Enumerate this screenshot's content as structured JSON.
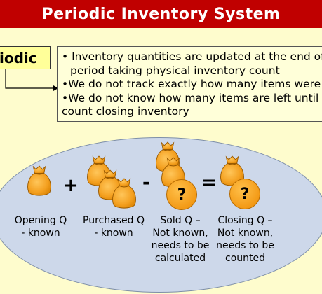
{
  "title": "Periodic Inventory System",
  "label": "iodic",
  "description": {
    "line1": "• Inventory quantities are updated at the end of",
    "line2": "period taking physical inventory count",
    "line3": "•We do not track exactly how many items were so",
    "line4": "•We do not know how many items are left until we",
    "line5": "count closing inventory"
  },
  "equation": {
    "plus": "+",
    "minus": "-",
    "equals": "=",
    "question_mark_sold": "?",
    "question_mark_closing": "?"
  },
  "captions": {
    "opening": [
      "Opening Q",
      "- known"
    ],
    "purchased": [
      "Purchased Q",
      "- known"
    ],
    "sold": [
      "Sold Q –",
      "Not known,",
      "needs to be",
      "calculated"
    ],
    "closing": [
      "Closing Q –",
      "Not known,",
      "needs to be",
      "counted"
    ]
  },
  "colors": {
    "title_bg": "#c00000",
    "bag": "#f5a623",
    "ellipse": "#cdd8ea"
  }
}
